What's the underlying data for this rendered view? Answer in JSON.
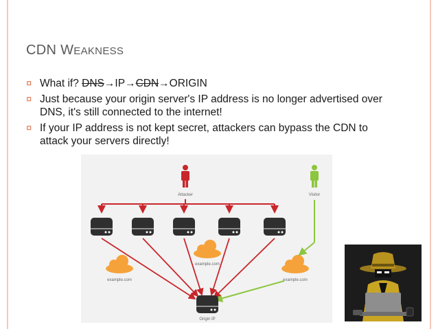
{
  "slide": {
    "title_cap1": "CDN W",
    "title_rest": "EAKNESS",
    "bullets": [
      {
        "prefix": "What if? ",
        "dns": "DNS",
        "arrow1": "→",
        "ip": "IP",
        "arrow2": "→",
        "cdn": "CDN",
        "arrow3": "→",
        "origin": "ORIGIN"
      },
      {
        "text": "Just because your origin server's IP address is no longer advertised over DNS, it's still connected to the internet!"
      },
      {
        "text": "If your IP address is not kept secret, attackers can bypass the CDN to attack your servers directly!"
      }
    ],
    "bullet_marker": "¤"
  },
  "diagram": {
    "attacker_label": "Attacker",
    "visitor_label": "Visitor",
    "cloud_left_label": "example.com",
    "cloud_center_label": "example.com",
    "cloud_right_label": "example.com",
    "origin_label": "Origin IP",
    "colors": {
      "attack": "#c8262b",
      "visitor": "#8cc63e",
      "cloud": "#f6a23a",
      "server": "#2f2f2f"
    }
  },
  "spy_icon": "spy-hacker-illustration"
}
